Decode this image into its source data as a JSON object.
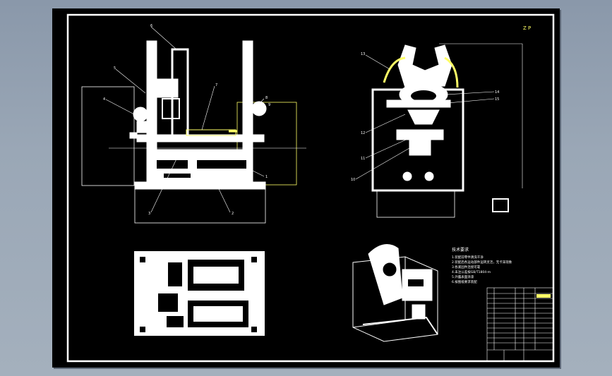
{
  "drawing": {
    "title_block_mark": "Z P",
    "balloons": {
      "front": [
        "6",
        "5",
        "4",
        "7",
        "8",
        "9",
        "3",
        "2",
        "1"
      ],
      "side": [
        "13",
        "14",
        "15",
        "12",
        "11",
        "10"
      ]
    },
    "notes": {
      "heading": "技术要求",
      "lines": [
        "1.装配前零件清洗干净",
        "2.装配后各运动部件运转灵活，无卡滞现象",
        "3.各紧固件连接可靠",
        "4.未注公差按GB/T1804-m",
        "5.外露表面涂漆",
        "6.按图纸要求装配"
      ]
    },
    "colors": {
      "background": "#000000",
      "line": "#ffffff",
      "dimension": "#ffff66",
      "frame": "#ffffff"
    }
  }
}
